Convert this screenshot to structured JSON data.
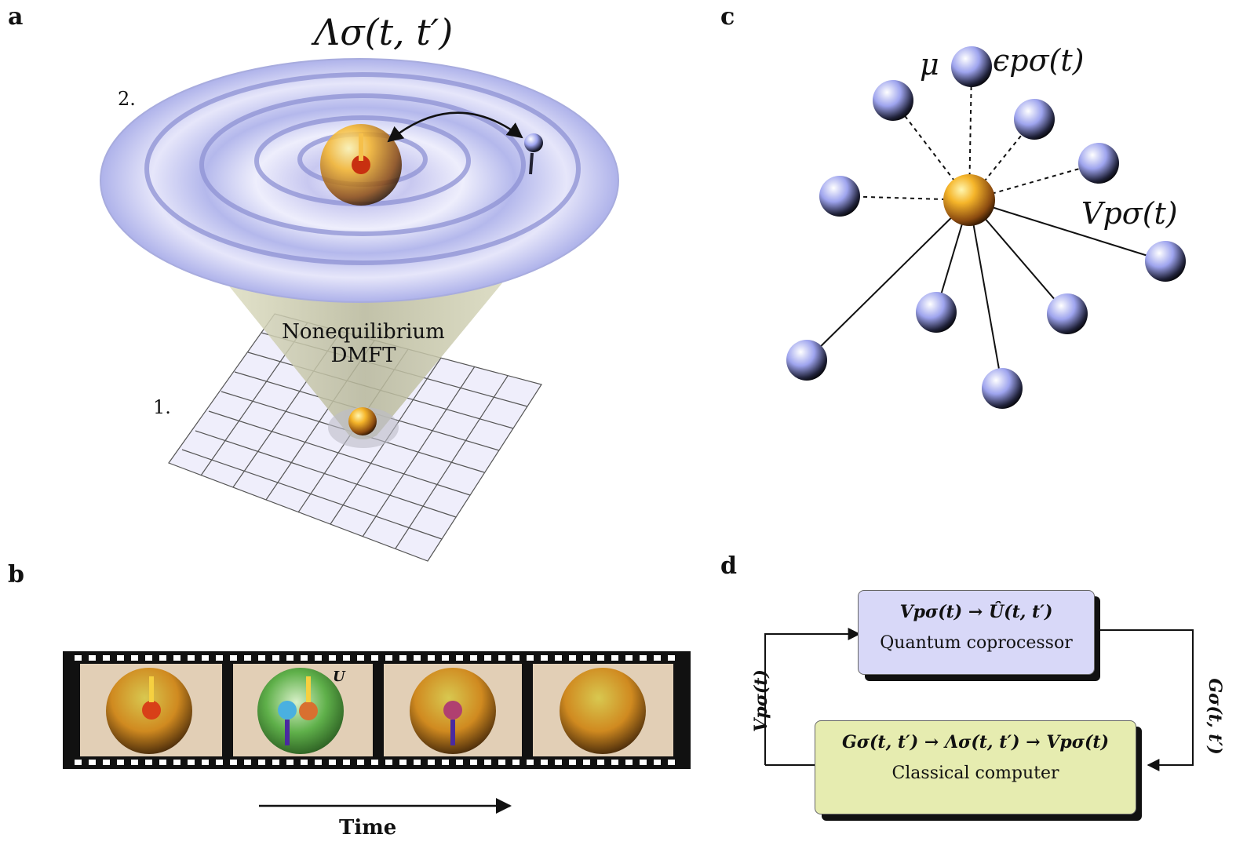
{
  "panels": {
    "a": "a",
    "b": "b",
    "c": "c",
    "d": "d"
  },
  "panel_a": {
    "top_label": "Λσ(t, t′)",
    "level2": "2.",
    "level1": "1.",
    "cone_label_line1": "Nonequilibrium",
    "cone_label_line2": "DMFT"
  },
  "panel_b": {
    "frame_label_U": "U",
    "time_label": "Time"
  },
  "panel_c": {
    "mu": "μ",
    "epsilon": "ϵpσ(t)",
    "hybridization": "Vpσ(t)"
  },
  "panel_d": {
    "top_box_eq": "Vpσ(t) → Û(t, t′)",
    "top_box_name": "Quantum coprocessor",
    "bottom_box_eq": "Gσ(t, t′) → Λσ(t, t′) → Vpσ(t)",
    "bottom_box_name": "Classical computer",
    "left_label": "Vpσ(t)",
    "right_label": "Gσ(t, t′)"
  },
  "colors": {
    "impurity": "#f0a020",
    "bath": "#9aa0e8",
    "top_box": "#d8d8f8",
    "bottom_box": "#e6ecb0",
    "film_bg": "#e2cfb6"
  }
}
